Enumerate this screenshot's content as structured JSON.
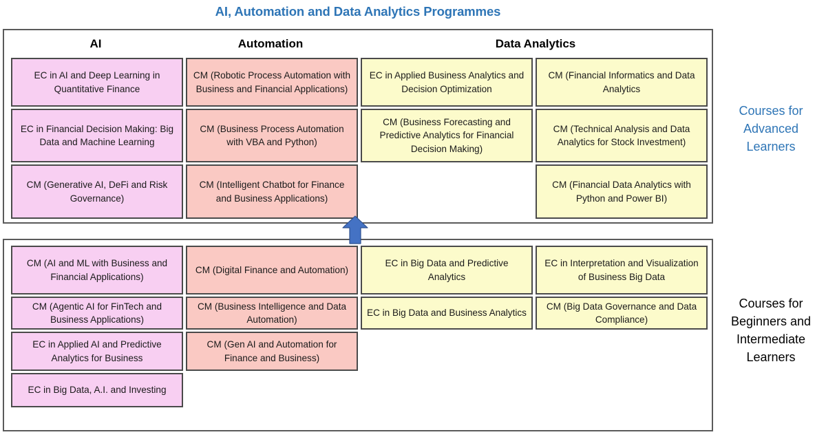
{
  "title": "AI, Automation and Data Analytics Programmes",
  "colors": {
    "title_blue": "#2E75B6",
    "ai_pink": "#F8CFF2",
    "automation_salmon": "#FAC9C3",
    "analytics_yellow": "#FCFBCB",
    "arrow_blue": "#4472C4",
    "border_gray": "#5A5A5A"
  },
  "headers": {
    "ai": "AI",
    "automation": "Automation",
    "analytics": "Data Analytics"
  },
  "side_labels": {
    "advanced": "Courses for Advanced Learners",
    "beginner": "Courses for Beginners and Intermediate Learners"
  },
  "advanced": {
    "ai": [
      "EC in AI and Deep Learning in Quantitative Finance",
      "EC in Financial Decision Making: Big Data and Machine Learning",
      "CM (Generative AI, DeFi and Risk Governance)"
    ],
    "automation": [
      "CM (Robotic Process Automation with Business and Financial Applications)",
      "CM (Business Process Automation with VBA and Python)",
      "CM (Intelligent Chatbot for Finance and Business Applications)"
    ],
    "analytics_a": [
      "EC in Applied Business Analytics and Decision Optimization",
      "CM (Business Forecasting and Predictive Analytics for Financial Decision Making)"
    ],
    "analytics_b": [
      "CM (Financial Informatics and Data Analytics",
      "CM (Technical Analysis and Data Analytics for Stock Investment)",
      "CM (Financial Data Analytics with Python and Power BI)"
    ]
  },
  "beginner": {
    "ai": [
      "CM (AI and ML with Business and Financial Applications)",
      "CM (Agentic AI for FinTech and Business Applications)",
      "EC in Applied AI and Predictive Analytics for Business",
      "EC in Big Data, A.I. and Investing"
    ],
    "automation": [
      "CM (Digital Finance and Automation)",
      "CM (Business Intelligence and Data Automation)",
      "CM (Gen AI and Automation for Finance and Business)"
    ],
    "analytics_a": [
      "EC in Big Data and Predictive Analytics",
      "EC in Big Data and Business Analytics"
    ],
    "analytics_b": [
      "EC in Interpretation and Visualization of Business Big Data",
      "CM (Big Data Governance and Data Compliance)"
    ]
  }
}
